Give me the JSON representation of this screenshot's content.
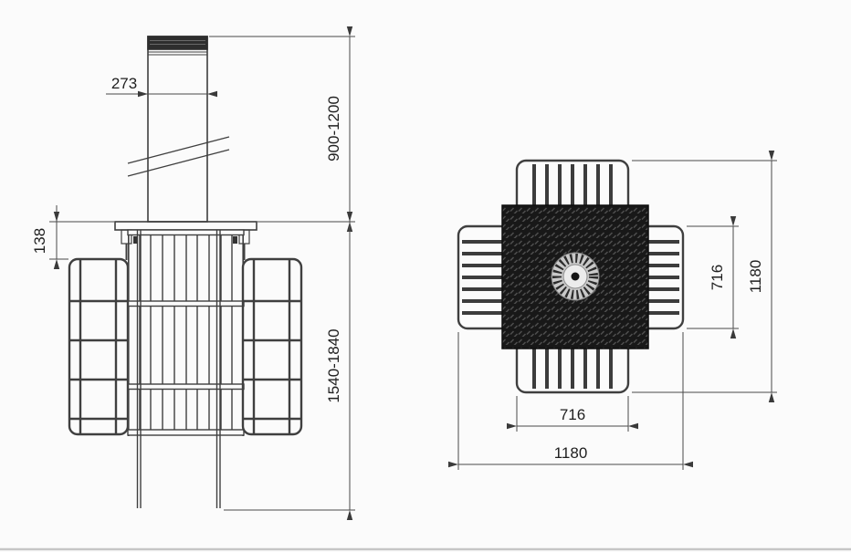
{
  "page": {
    "background": "#fbfbfb"
  },
  "colors": {
    "line": "#3f3f3f",
    "dim_line": "#4a4a4a",
    "text": "#1f1f1f",
    "plate_fill": "#181818",
    "plate_texture": "#4e4e4e",
    "cap_fill": "#2e2e2e",
    "rosette_disc": "#c9c9c9"
  },
  "side_view": {
    "dimensions": {
      "post_width": "273",
      "height_above_ground": "900-1200",
      "flange_depth": "138",
      "depth_below_ground": "1540-1840"
    }
  },
  "plan_view": {
    "dimensions": {
      "inner_width": "716",
      "inner_height": "716",
      "overall_width": "1180",
      "overall_height": "1180"
    }
  }
}
